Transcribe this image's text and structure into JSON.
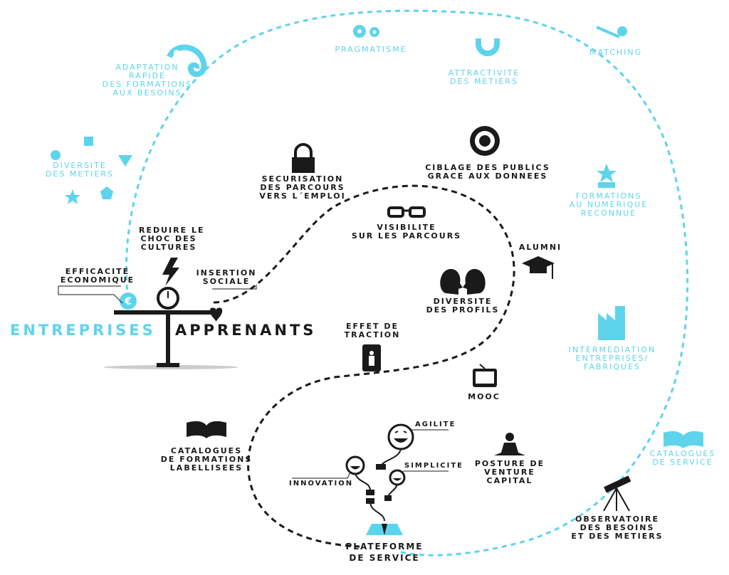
{
  "colors": {
    "cyan": "#5ed4ec",
    "black": "#1a1a1a"
  },
  "center": {
    "left_title": "ENTREPRISES",
    "right_title": "APPRENANTS",
    "euro_symbol": "€"
  },
  "cyan_labels": {
    "pragmatisme": [
      "PRAGMATISME"
    ],
    "matching": [
      "MATCHING"
    ],
    "attractivite": [
      "ATTRACTIVITE",
      "DES METIERS"
    ],
    "adaptation": [
      "ADAPTATION",
      "RAPIDE",
      "DES FORMATIONS",
      "AUX BESOINS"
    ],
    "diversite_metiers": [
      "DIVERSITE",
      "DES METIERS"
    ],
    "formations_numerique": [
      "FORMATIONS",
      "AU NUMERIQUE",
      "RECONNUE"
    ],
    "intermediation": [
      "INTERMEDIATION",
      "ENTREPRISES/",
      "FABRIQUES"
    ],
    "catalogues_service": [
      "CATALOGUES",
      "DE SERVICE"
    ]
  },
  "black_labels": {
    "securisation": [
      "SECURISATION",
      "DES PARCOURS",
      "VERS L´EMPLOI"
    ],
    "ciblage": [
      "CIBLAGE DES PUBLICS",
      "GRACE AUX DONNEES"
    ],
    "reduire": [
      "REDUIRE LE",
      "CHOC DES",
      "CULTURES"
    ],
    "efficacite": [
      "EFFICACITE",
      "ECONOMIQUE"
    ],
    "insertion": [
      "INSERTION",
      "SOCIALE"
    ],
    "visibilite": [
      "VISIBILITE",
      "SUR LES PARCOURS"
    ],
    "alumni": [
      "ALUMNI"
    ],
    "diversite_profils": [
      "DIVERSITE",
      "DES PROFILS"
    ],
    "effet_traction": [
      "EFFET DE",
      "TRACTION"
    ],
    "mooc": [
      "MOOC"
    ],
    "catalogues_formations": [
      "CATALOGUES",
      "DE FORMATIONS",
      "LABELLISEES"
    ],
    "agilite": [
      "AGILITE"
    ],
    "simplicite": [
      "SIMPLICITE"
    ],
    "innovation": [
      "INNOVATION"
    ],
    "posture": [
      "POSTURE DE",
      "VENTURE",
      "CAPITAL"
    ],
    "plateforme": [
      "PLATEFORME",
      "DE SERVICE"
    ],
    "observatoire": [
      "OBSERVATOIRE",
      "DES BESOINS",
      "ET DES METIERS"
    ]
  }
}
